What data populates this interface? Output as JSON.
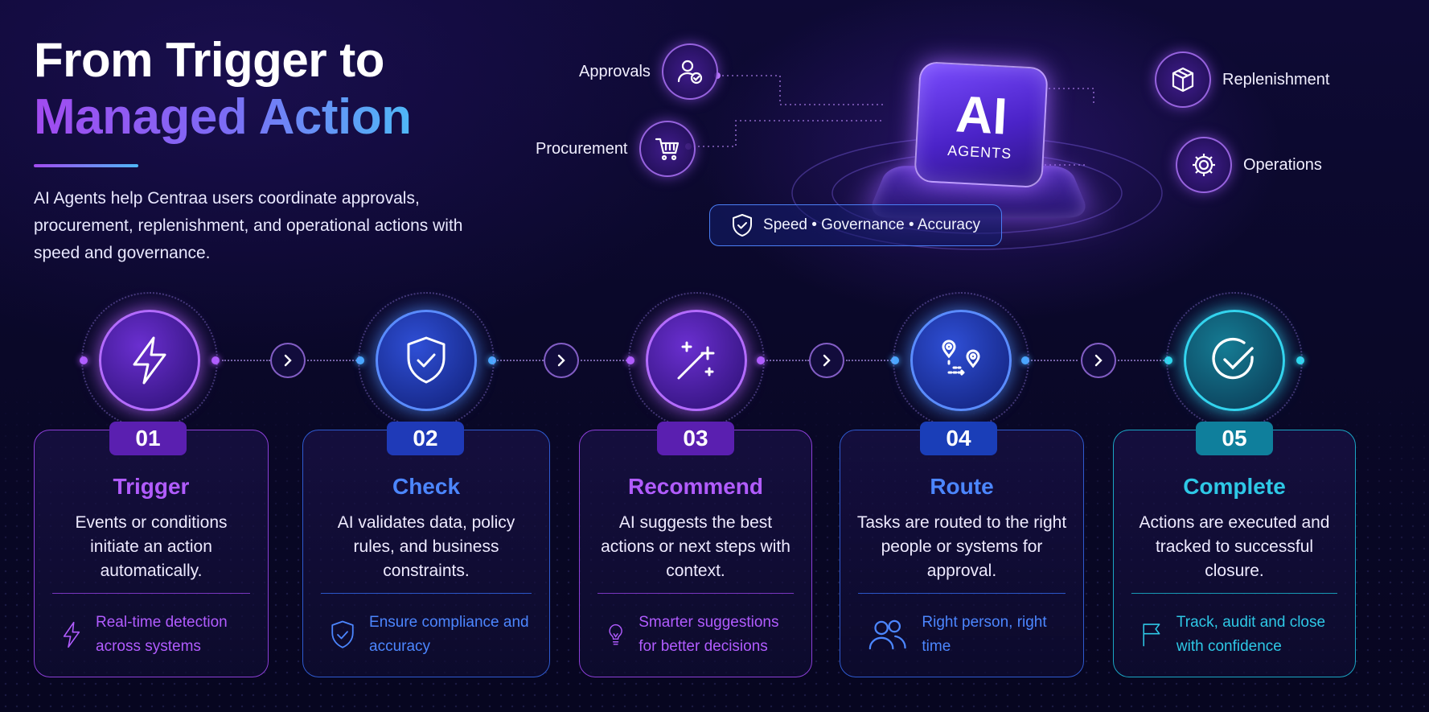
{
  "header": {
    "title_line1": "From Trigger to",
    "title_line2": "Managed Action",
    "intro": "AI Agents help Centraa users coordinate approvals, procurement, replenishment, and operational actions with speed and governance."
  },
  "hub": {
    "center_big": "AI",
    "center_small": "AGENTS",
    "items": [
      {
        "label": "Approvals",
        "icon": "user-check-icon"
      },
      {
        "label": "Procurement",
        "icon": "cart-icon"
      },
      {
        "label": "Replenishment",
        "icon": "box-icon"
      },
      {
        "label": "Operations",
        "icon": "gear-icon"
      }
    ],
    "tagline": "Speed • Governance • Accuracy"
  },
  "steps": [
    {
      "num": "01",
      "title": "Trigger",
      "desc": "Events or conditions initiate an action automatically.",
      "foot": "Real-time detection across systems",
      "icon": "lightning-icon",
      "foot_icon": "lightning-icon",
      "color": "#a04cf0"
    },
    {
      "num": "02",
      "title": "Check",
      "desc": "AI validates data, policy rules, and business constraints.",
      "foot": "Ensure compliance and accuracy",
      "icon": "shield-check-icon",
      "foot_icon": "shield-check-icon",
      "color": "#3b6cf0"
    },
    {
      "num": "03",
      "title": "Recommend",
      "desc": "AI suggests the best actions or next steps with context.",
      "foot": "Smarter suggestions for better decisions",
      "icon": "magic-wand-icon",
      "foot_icon": "lightbulb-icon",
      "color": "#a04cf0"
    },
    {
      "num": "04",
      "title": "Route",
      "desc": "Tasks are routed to the right people or systems for approval.",
      "foot": "Right person, right time",
      "icon": "route-icon",
      "foot_icon": "users-icon",
      "color": "#3b6cf0"
    },
    {
      "num": "05",
      "title": "Complete",
      "desc": "Actions are executed and tracked to successful closure.",
      "foot": "Track, audit and close with confidence",
      "icon": "check-circle-icon",
      "foot_icon": "flag-icon",
      "color": "#1fb8d6"
    }
  ]
}
